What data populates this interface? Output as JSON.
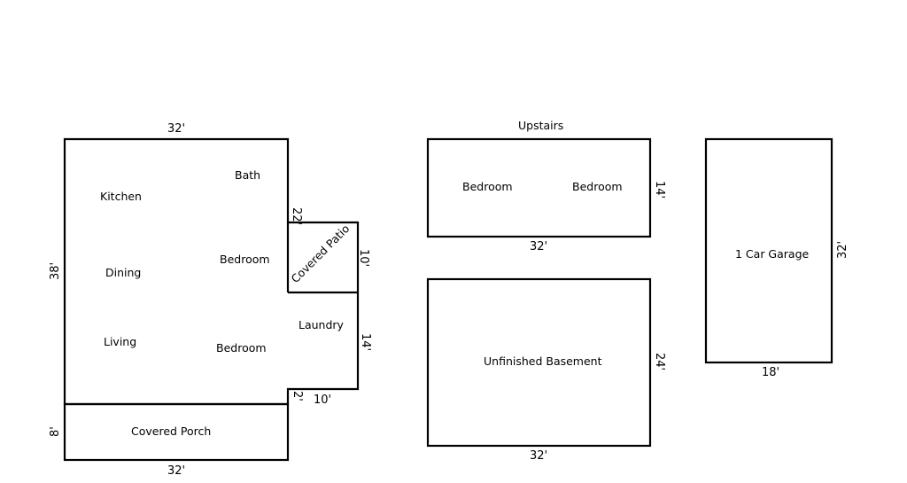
{
  "main_floor": {
    "rooms": {
      "kitchen": "Kitchen",
      "bath": "Bath",
      "dining": "Dining",
      "bedroom_upper": "Bedroom",
      "living": "Living",
      "bedroom_lower": "Bedroom",
      "laundry": "Laundry",
      "covered_patio": "Covered Patio",
      "covered_porch": "Covered Porch"
    },
    "dims": {
      "top_width": "32'",
      "left_height": "38'",
      "patio_offset": "22'",
      "patio_depth": "10'",
      "laundry_depth": "14'",
      "notch": "2'",
      "laundry_width": "10'",
      "porch_depth": "8'",
      "porch_width": "32'"
    }
  },
  "upstairs": {
    "title": "Upstairs",
    "rooms": {
      "bedroom_left": "Bedroom",
      "bedroom_right": "Bedroom"
    },
    "dims": {
      "depth": "14'",
      "width": "32'"
    }
  },
  "basement": {
    "label": "Unfinished Basement",
    "dims": {
      "depth": "24'",
      "width": "32'"
    }
  },
  "garage": {
    "label": "1 Car Garage",
    "dims": {
      "length": "32'",
      "width": "18'"
    }
  }
}
